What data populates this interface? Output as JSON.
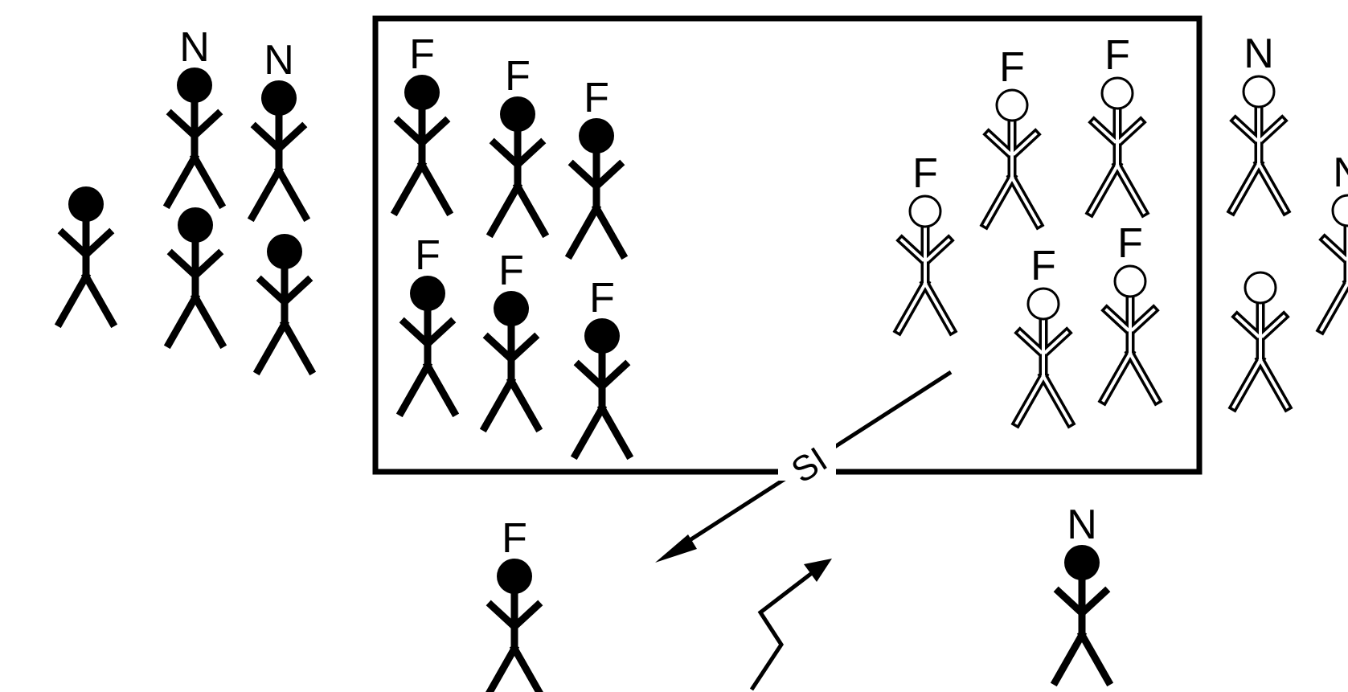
{
  "colors": {
    "ink": "#000000",
    "paper": "#ffffff"
  },
  "boundary": {
    "kind": "rectangle-enclosure",
    "label": ""
  },
  "arrow_label": "SI",
  "figure_styles": {
    "solid": "filled-black",
    "outline": "hollow-white"
  },
  "figures": [
    {
      "name": "figure-outside-left-1",
      "label": "",
      "style": "solid"
    },
    {
      "name": "figure-outside-left-2",
      "label": "N",
      "style": "solid"
    },
    {
      "name": "figure-outside-left-3",
      "label": "N",
      "style": "solid"
    },
    {
      "name": "figure-outside-left-4",
      "label": "",
      "style": "solid"
    },
    {
      "name": "figure-outside-left-5",
      "label": "",
      "style": "solid"
    },
    {
      "name": "figure-inside-solid-1",
      "label": "F",
      "style": "solid"
    },
    {
      "name": "figure-inside-solid-2",
      "label": "F",
      "style": "solid"
    },
    {
      "name": "figure-inside-solid-3",
      "label": "F",
      "style": "solid"
    },
    {
      "name": "figure-inside-solid-4",
      "label": "F",
      "style": "solid"
    },
    {
      "name": "figure-inside-solid-5",
      "label": "F",
      "style": "solid"
    },
    {
      "name": "figure-inside-solid-6",
      "label": "F",
      "style": "solid"
    },
    {
      "name": "figure-inside-outline-1",
      "label": "F",
      "style": "outline"
    },
    {
      "name": "figure-inside-outline-2",
      "label": "F",
      "style": "outline"
    },
    {
      "name": "figure-inside-outline-3",
      "label": "F",
      "style": "outline"
    },
    {
      "name": "figure-inside-outline-4",
      "label": "F",
      "style": "outline"
    },
    {
      "name": "figure-inside-outline-5",
      "label": "F",
      "style": "outline"
    },
    {
      "name": "figure-outside-right-1",
      "label": "N",
      "style": "outline"
    },
    {
      "name": "figure-outside-right-2",
      "label": "",
      "style": "outline"
    },
    {
      "name": "figure-outside-right-3",
      "label": "N",
      "style": "outline"
    },
    {
      "name": "figure-outside-bottom-left",
      "label": "F",
      "style": "solid"
    },
    {
      "name": "figure-outside-bottom-right",
      "label": "N",
      "style": "solid"
    }
  ]
}
